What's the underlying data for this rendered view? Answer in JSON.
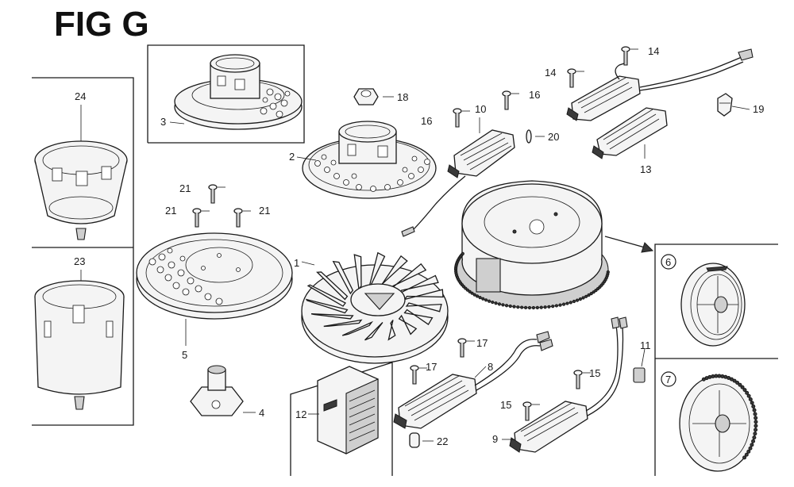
{
  "figure": {
    "title": "FIG G"
  },
  "callouts": [
    {
      "id": "c1",
      "text": "1"
    },
    {
      "id": "c2",
      "text": "2"
    },
    {
      "id": "c3",
      "text": "3"
    },
    {
      "id": "c4",
      "text": "4"
    },
    {
      "id": "c5",
      "text": "5"
    },
    {
      "id": "c6",
      "text": "6"
    },
    {
      "id": "c7",
      "text": "7"
    },
    {
      "id": "c8",
      "text": "8"
    },
    {
      "id": "c9",
      "text": "9"
    },
    {
      "id": "c10",
      "text": "10"
    },
    {
      "id": "c11",
      "text": "11"
    },
    {
      "id": "c12",
      "text": "12"
    },
    {
      "id": "c13",
      "text": "13"
    },
    {
      "id": "c14a",
      "text": "14"
    },
    {
      "id": "c14b",
      "text": "14"
    },
    {
      "id": "c15a",
      "text": "15"
    },
    {
      "id": "c15b",
      "text": "15"
    },
    {
      "id": "c16a",
      "text": "16"
    },
    {
      "id": "c16b",
      "text": "16"
    },
    {
      "id": "c17a",
      "text": "17"
    },
    {
      "id": "c17b",
      "text": "17"
    },
    {
      "id": "c18",
      "text": "18"
    },
    {
      "id": "c19",
      "text": "19"
    },
    {
      "id": "c20",
      "text": "20"
    },
    {
      "id": "c21a",
      "text": "21"
    },
    {
      "id": "c21b",
      "text": "21"
    },
    {
      "id": "c21c",
      "text": "21"
    },
    {
      "id": "c22",
      "text": "22"
    },
    {
      "id": "c23",
      "text": "23"
    },
    {
      "id": "c24",
      "text": "24"
    }
  ]
}
